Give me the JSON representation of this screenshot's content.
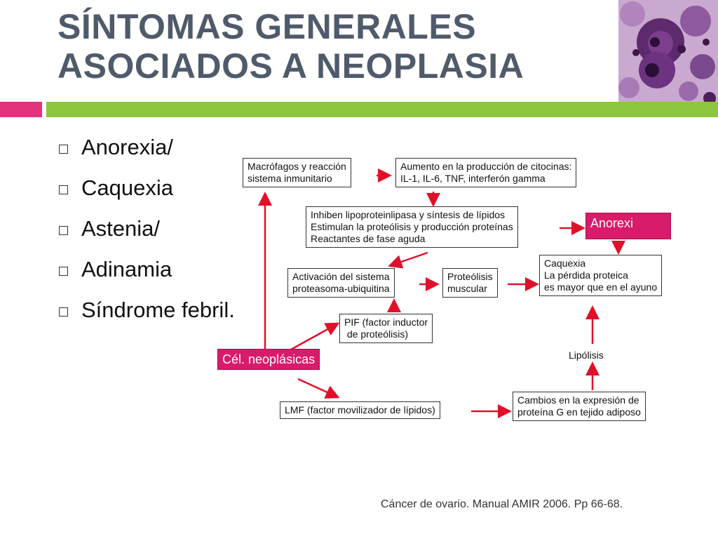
{
  "slide": {
    "title_line1": "SÍNTOMAS GENERALES",
    "title_line2": "ASOCIADOS A NEOPLASIA",
    "accent_pink": "#e2347c",
    "accent_green": "#8cc63e",
    "title_color": "#4f5b6b"
  },
  "photo": {
    "icon": "histology-photo"
  },
  "bullets": [
    "Anorexia/",
    "Caquexia",
    "Astenia/",
    "Adinamia",
    "Síndrome febril."
  ],
  "diagram": {
    "macrofagos": [
      "Macrófagos y reacción",
      "sistema inmunitario"
    ],
    "citocinas": [
      "Aumento en la producción de citocinas:",
      "IL-1, IL-6, TNF, interferón gamma"
    ],
    "inhiben": [
      "Inhiben lipoproteinlipasa y síntesis de lípidos",
      "Estimulan la proteólisis y producción proteínas",
      "Reactantes de fase aguda"
    ],
    "anorexia": "Anorexi",
    "activacion": [
      "Activación del sistema",
      "proteasoma-ubiquitina"
    ],
    "proteolisis": [
      "Proteólisis",
      "muscular"
    ],
    "caquexia": [
      "Caquexia",
      "La pérdida proteica",
      "es mayor que en el ayuno"
    ],
    "pif": [
      "PIF (factor inductor",
      " de proteólisis)"
    ],
    "celulas": "Cél. neoplásicas",
    "lipolisis": "Lipólisis",
    "lmf": "LMF (factor movilizador de lípidos)",
    "cambios": [
      "Cambios en la expresión de",
      "proteína G en tejido adiposo"
    ],
    "arrow_color": "#e0102a",
    "node_pink": "#d81b6a"
  },
  "footer": "Cáncer de ovario. Manual AMIR 2006. Pp 66-68."
}
